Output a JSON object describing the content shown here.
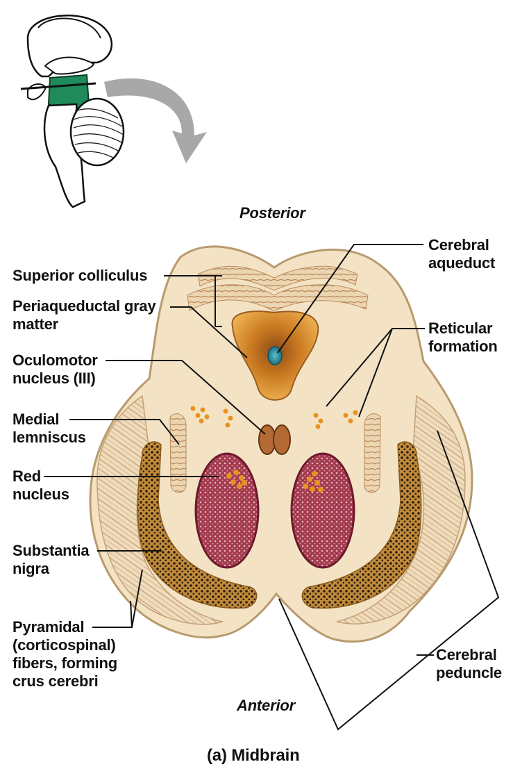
{
  "orientation": {
    "top": "Posterior",
    "bottom": "Anterior"
  },
  "caption": "(a) Midbrain",
  "labels_left": [
    {
      "id": "superior-colliculus",
      "lines": [
        "Superior colliculus"
      ]
    },
    {
      "id": "periaqueductal-gray",
      "lines": [
        "Periaqueductal gray",
        "matter"
      ]
    },
    {
      "id": "oculomotor-nucleus",
      "lines": [
        "Oculomotor",
        "nucleus (III)"
      ]
    },
    {
      "id": "medial-lemniscus",
      "lines": [
        "Medial",
        "lemniscus"
      ]
    },
    {
      "id": "red-nucleus",
      "lines": [
        "Red",
        "nucleus"
      ]
    },
    {
      "id": "substantia-nigra",
      "lines": [
        "Substantia",
        "nigra"
      ]
    },
    {
      "id": "pyramidal-fibers",
      "lines": [
        "Pyramidal",
        "(corticospinal)",
        "fibers, forming",
        "crus cerebri"
      ]
    }
  ],
  "labels_right": [
    {
      "id": "cerebral-aqueduct",
      "lines": [
        "Cerebral",
        "aqueduct"
      ]
    },
    {
      "id": "reticular-formation",
      "lines": [
        "Reticular",
        "formation"
      ]
    },
    {
      "id": "cerebral-peduncle",
      "lines": [
        "Cerebral",
        "peduncle"
      ]
    }
  ],
  "colors": {
    "tissue": "#f3e3c4",
    "tissue_outline": "#b89a6e",
    "nigra": "#b07b2c",
    "red_nucleus": "#8a2438",
    "periaqueductal": "#d98f2e",
    "aqueduct": "#2f8fa0",
    "brainstem_highlight": "#1f8a5a",
    "arrow": "#a8a8a8"
  }
}
